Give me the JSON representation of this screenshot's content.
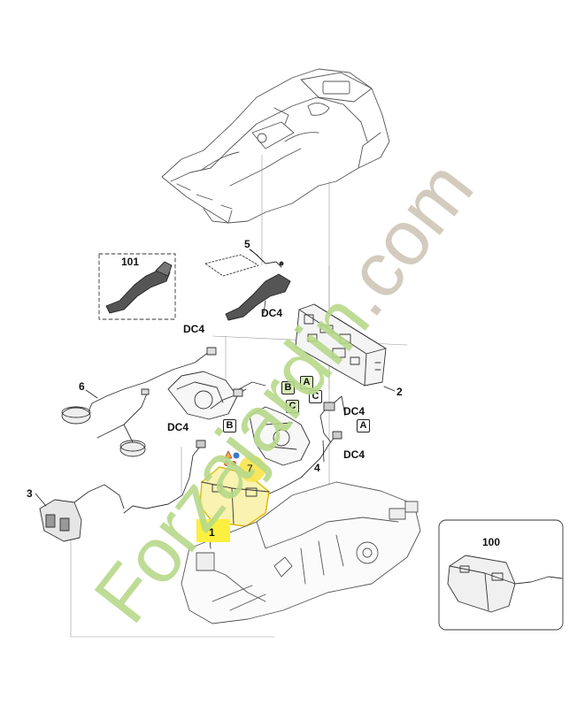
{
  "callouts": {
    "c101": "101",
    "c5": "5",
    "dc4_a": "DC4",
    "dc4_b": "DC4",
    "c6": "6",
    "dc4_c": "DC4",
    "c2": "2",
    "dc4_d": "DC4",
    "c4": "4",
    "dc4_e": "DC4",
    "c7": "7",
    "c3": "3",
    "c1": "1",
    "c100": "100",
    "boxA1": "A",
    "boxB1": "B",
    "boxC1": "C",
    "boxC2": "C",
    "boxB2": "B",
    "boxA2": "A"
  },
  "watermark": {
    "text": "Forzajardin.com",
    "color_green": "#b7d98a",
    "color_grey": "#cfc6b8"
  },
  "colors": {
    "highlight": "#fbef3f",
    "line": "#333333",
    "faint": "#9a9a9a"
  }
}
